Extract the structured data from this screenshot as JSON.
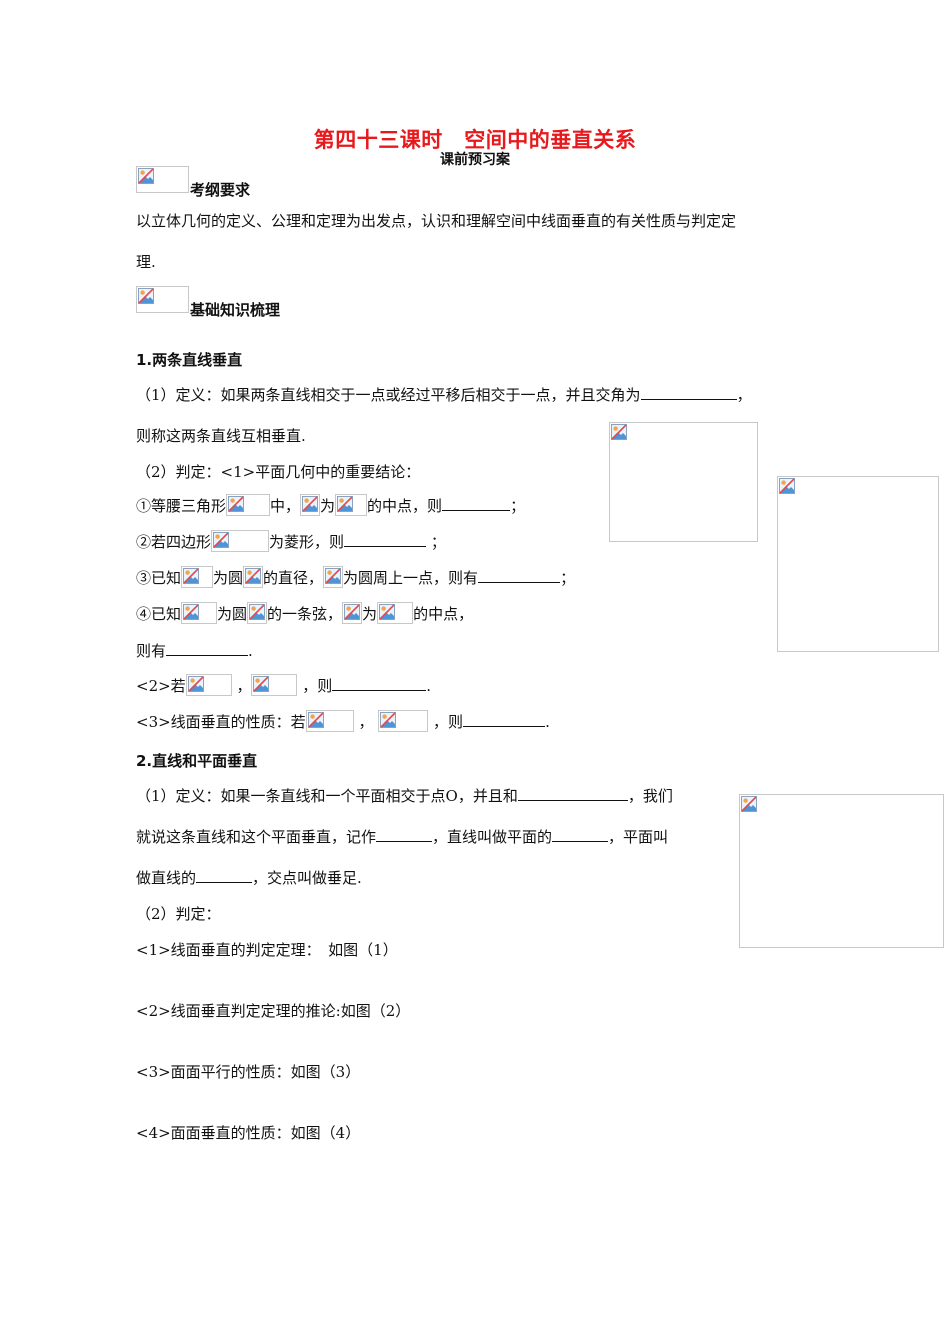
{
  "title": "第四十三课时　空间中的垂直关系",
  "subtitle": "课前预习案",
  "sec_exam": {
    "heading": "考纲要求",
    "line1": "以立体几何的定义、公理和定理为出发点，认识和理解空间中线面垂直的有关性质与判定定",
    "line2": "理."
  },
  "sec_basic": {
    "heading": "基础知识梳理"
  },
  "s1": {
    "heading": "1.两条直线垂直",
    "def_a": "（1）定义：如果两条直线相交于一点或经过平移后相交于一点，并且交角为",
    "def_a_end": "，",
    "def_b": "则称这两条直线互相垂直.",
    "judge": "（2）判定：<1>平面几何中的重要结论：",
    "c1_a": "①等腰三角形",
    "c1_b": "中，",
    "c1_c": "为",
    "c1_d": "的中点，则",
    "c1_e": "；",
    "c2_a": "②若四边形",
    "c2_b": "为菱形，则",
    "c2_c": "；",
    "c3_a": "③已知",
    "c3_b": "为圆",
    "c3_c": "的直径，",
    "c3_d": "为圆周上一点，则有",
    "c3_e": "；",
    "c4_a": "④已知",
    "c4_b": "为圆",
    "c4_c": "的一条弦，",
    "c4_d": "为",
    "c4_e": "的中点，",
    "c4_f": "则有",
    "c4_g": ".",
    "r2_a": "<2>若",
    "r2_b": "，",
    "r2_c": "，则",
    "r2_d": ".",
    "r3_a": "<3>线面垂直的性质：若",
    "r3_b": "，",
    "r3_c": "，则",
    "r3_d": "."
  },
  "s2": {
    "heading": "2.直线和平面垂直",
    "def1": "（1）定义：如果一条直线和一个平面相交于点O，并且和",
    "def1_end": "，我们",
    "def2_a": "就说这条直线和这个平面垂直，记作",
    "def2_b": "，直线叫做平面的",
    "def2_c": "，平面叫",
    "def3_a": "做直线的",
    "def3_b": "，交点叫做垂足.",
    "judge": "（2）判定：",
    "item1": "<1>线面垂直的判定定理：　如图（1）",
    "item2": "<2>线面垂直判定定理的推论:如图（2）",
    "item3": "<3>面面平行的性质：如图（3）",
    "item4": "<4>面面垂直的性质：如图（4）"
  },
  "icons": {
    "placeholder": "broken-image-icon"
  },
  "colors": {
    "title": "#e8191c",
    "text": "#111111",
    "placeholder_border": "#c8c8c8"
  }
}
